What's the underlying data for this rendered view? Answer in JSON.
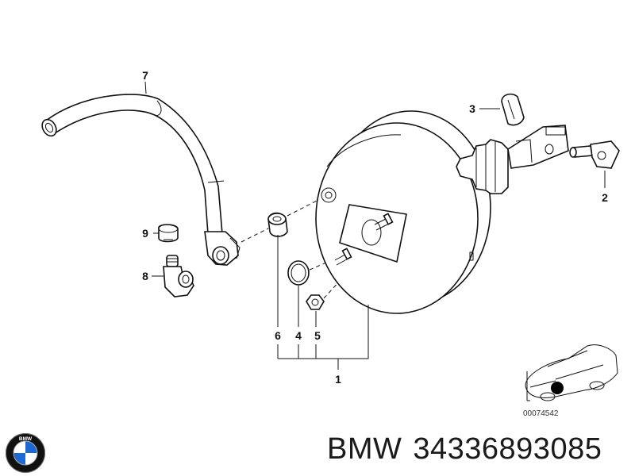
{
  "callouts": {
    "p1": "1",
    "p2": "2",
    "p3": "3",
    "p4": "4",
    "p5": "5",
    "p6": "6",
    "p7": "7",
    "p8": "8",
    "p9": "9"
  },
  "reference_code": "00074542",
  "footer": {
    "brand": "BMW",
    "part_number": "34336893085"
  },
  "logo": {
    "letters": "BMW",
    "colors": {
      "ring": "#111111",
      "blue": "#1c69d4",
      "white": "#ffffff"
    }
  }
}
